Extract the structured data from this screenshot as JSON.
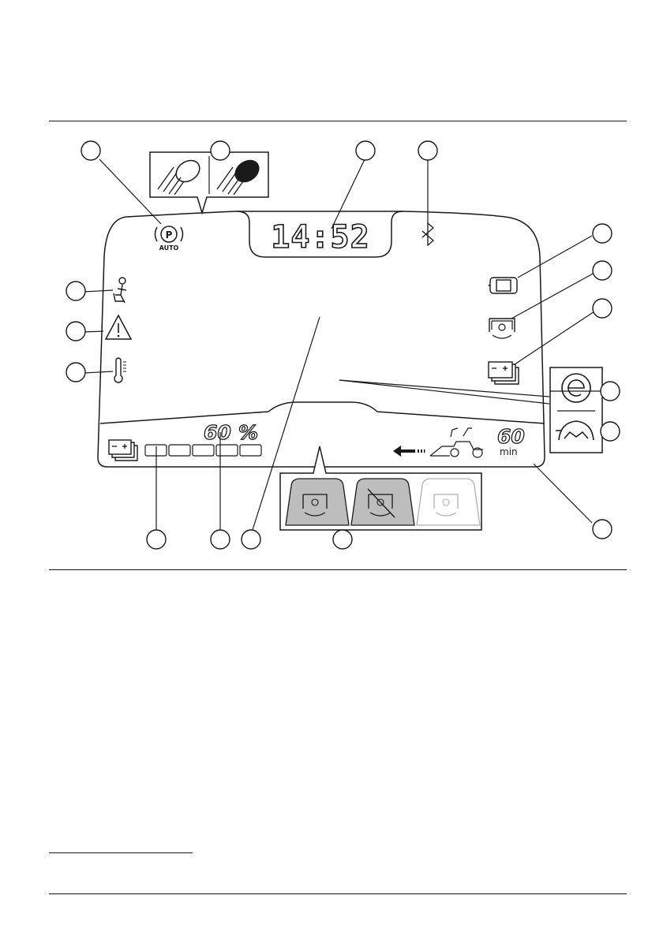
{
  "display": {
    "clock": "14:52",
    "battery_percent_text": "60",
    "percent_sign": "%",
    "battery_level": 0.6,
    "runtime_value": "60",
    "runtime_unit": "min",
    "parking_brake_letter": "P",
    "parking_brake_mode": "AUTO"
  },
  "icons": {
    "left_column": [
      "seat-operator-icon",
      "warning-triangle-icon",
      "temperature-icon"
    ],
    "right_column": [
      "battery-module-icon",
      "mower-deck-gear-icon",
      "battery-stack-icon"
    ],
    "top_row": [
      "parking-brake-icon",
      "headlight-icon",
      "headlight-high-icon",
      "bluetooth-icon"
    ],
    "side_panel": [
      "eco-mode-icon",
      "turtle-speed-icon"
    ],
    "mode_panel": [
      "cutting-deck-on-icon",
      "cutting-deck-off-icon",
      "cutting-deck-inactive-icon"
    ]
  },
  "colors": {
    "line": "#1a1a1a",
    "panel_fill": "#bdbdbd",
    "inactive_outline": "#b0b0b0",
    "background": "#ffffff"
  }
}
